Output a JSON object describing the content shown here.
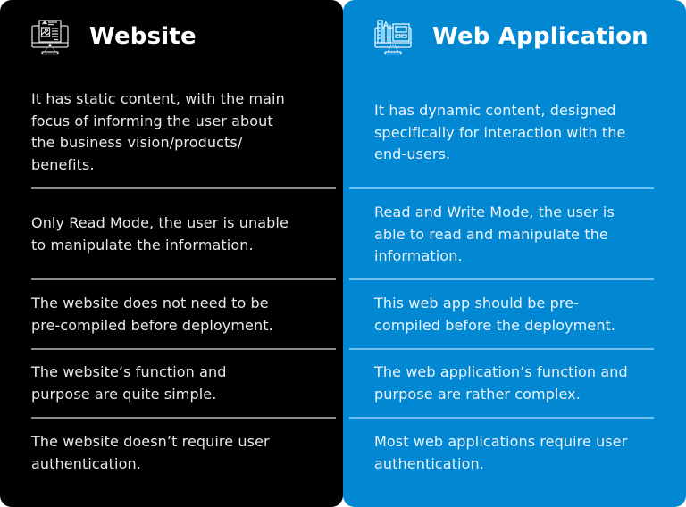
{
  "colors": {
    "website_bg": "#000000",
    "webapp_bg": "#0288D3",
    "website_divider": "#8A8A8A",
    "webapp_divider": "#72C0EC",
    "heading_text": "#FFFFFF"
  },
  "website": {
    "icon": "monitor-website-icon",
    "title": "Website",
    "rows": [
      {
        "lines": [
          "It has static content, with the main",
          "focus of informing the user about",
          "the business vision/products/",
          "benefits."
        ]
      },
      {
        "lines": [
          "Only Read Mode, the user is unable",
          "to manipulate the information."
        ]
      },
      {
        "lines": [
          "The website does not need to be",
          "pre-compiled before deployment."
        ]
      },
      {
        "lines": [
          "The website’s function and",
          "purpose are quite simple."
        ]
      },
      {
        "lines": [
          "The website doesn’t require user",
          "authentication."
        ]
      }
    ]
  },
  "webapp": {
    "icon": "monitor-design-tools-icon",
    "title": "Web Application",
    "rows": [
      {
        "lines": [
          "It has dynamic content, designed",
          "specifically for interaction with the",
          "end-users."
        ]
      },
      {
        "lines": [
          "Read and Write Mode, the user is",
          "able to read and manipulate the",
          "information."
        ]
      },
      {
        "lines": [
          "This web app should be pre-",
          "compiled before the deployment."
        ]
      },
      {
        "lines": [
          "The web application’s function and",
          "purpose are rather complex."
        ]
      },
      {
        "lines": [
          "Most web applications require user",
          "authentication."
        ]
      }
    ]
  }
}
